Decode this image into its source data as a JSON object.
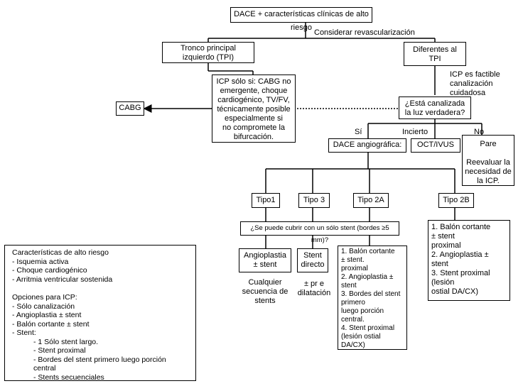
{
  "nodes": {
    "dace": "DACE + características clínicas de alto riesgo",
    "tpi": "Tronco principal\nizquierdo (TPI)",
    "diferentes": "Diferentes al\nTPI",
    "icp_solo": "ICP sólo si: CABG no\nemergente, choque\ncardiogénico, TV/FV,\ntécnicamente posible\nespecialmente si\nno compromete la\nbifurcación.",
    "cabg": "CABG",
    "canalizada": "¿Está canalizada\nla luz verdadera?",
    "dace_angio": "DACE angiográfica:",
    "oct": "OCT/IVUS",
    "pare": "Pare\n\nReevaluar la\nnecesidad de\nla ICP.",
    "tipo1": "Tipo1",
    "tipo3": "Tipo 3",
    "tipo2a": "Tipo 2A",
    "tipo2b": "Tipo 2B",
    "cubrir": "¿Se puede cubrir con un sólo stent (bordes ≥5 mm)?",
    "angioplastia": "Angioplastia\n± stent",
    "stent_directo": "Stent\ndirecto",
    "lista2a": "1. Balón cortante\n± stent.\nproximal\n2. Angioplastia ±\nstent\n3. Bordes del stent\nprimero\nluego porción\ncentral.\n4. Stent proximal\n(lesión ostial\nDA/CX)",
    "lista2b": "1. Balón cortante\n±   stent\nproximal\n2. Angioplastia ±\nstent\n3. Stent proximal\n(lesión\nostial DA/CX)"
  },
  "labels": {
    "considerar": "Considerar revascularización",
    "icp_factible": "ICP es factible\ncanalización cuidadosa",
    "si": "Sí",
    "incierto": "Incierto",
    "no": "No",
    "cualquier": "Cualquier\nsecuencia de\nstents",
    "pr_dilatacion": "±  pr e\ndilatación"
  },
  "legend": {
    "title": "Características de alto riesgo",
    "items": [
      "-  Isquemia activa",
      "- Choque cardiogénico",
      "- Arritmia ventricular sostenida"
    ],
    "opciones_title": "Opciones para ICP:",
    "opciones": [
      "-  Sólo canalización",
      "- Angioplastia ± stent",
      "- Balón cortante ± stent",
      "- Stent:"
    ],
    "sub": [
      "-  1 Sólo stent largo.",
      "- Stent proximal",
      "- Bordes del stent primero luego porción central",
      "- Stents secuenciales"
    ]
  }
}
